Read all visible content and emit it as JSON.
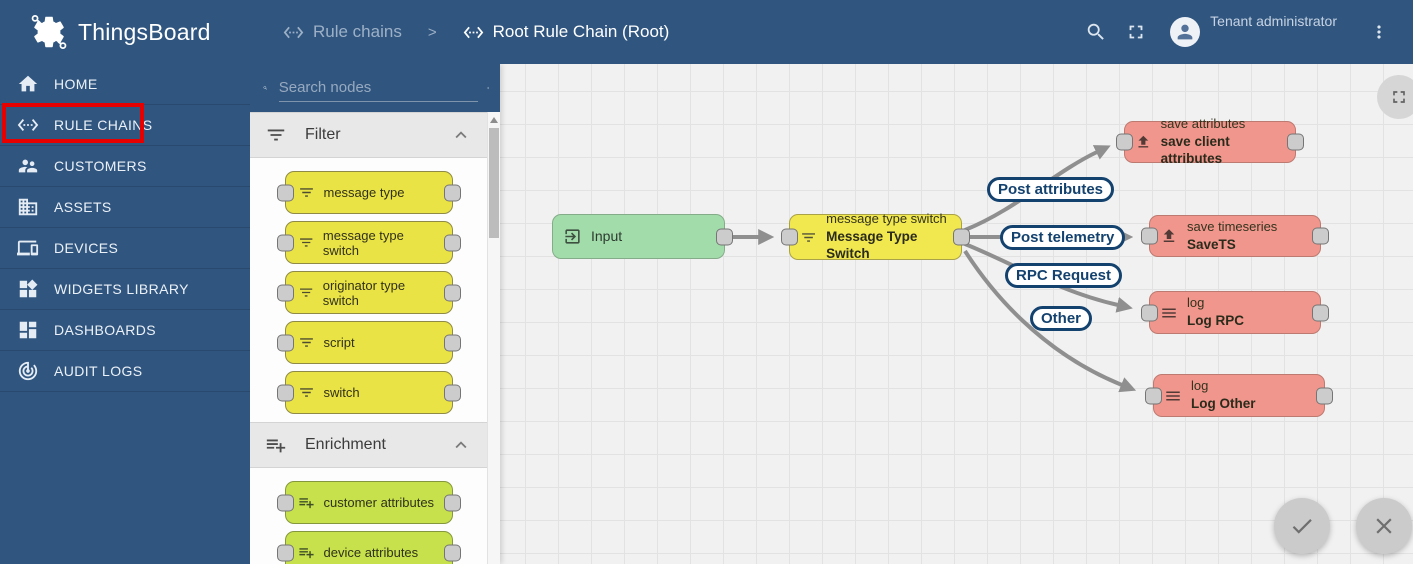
{
  "app": {
    "title": "ThingsBoard"
  },
  "header": {
    "breadcrumb": {
      "parent": "Rule chains",
      "separator": ">",
      "current": "Root Rule Chain (Root)"
    },
    "user": {
      "name": "Tenant administrator"
    }
  },
  "sidebar": {
    "items": [
      {
        "label": "HOME"
      },
      {
        "label": "RULE CHAINS",
        "highlighted": true
      },
      {
        "label": "CUSTOMERS"
      },
      {
        "label": "ASSETS"
      },
      {
        "label": "DEVICES"
      },
      {
        "label": "WIDGETS LIBRARY"
      },
      {
        "label": "DASHBOARDS"
      },
      {
        "label": "AUDIT LOGS"
      }
    ]
  },
  "palette": {
    "search_placeholder": "Search nodes",
    "sections": [
      {
        "title": "Filter",
        "nodes": [
          "message type",
          "message type switch",
          "originator type switch",
          "script",
          "switch"
        ]
      },
      {
        "title": "Enrichment",
        "nodes": [
          "customer attributes",
          "device attributes"
        ]
      }
    ]
  },
  "canvas": {
    "nodes": [
      {
        "type": "input",
        "title": "Input"
      },
      {
        "type": "filter",
        "title": "message type switch",
        "name": "Message Type Switch"
      },
      {
        "type": "action",
        "title": "save attributes",
        "name": "save client attributes"
      },
      {
        "type": "action",
        "title": "save timeseries",
        "name": "SaveTS"
      },
      {
        "type": "action",
        "title": "log",
        "name": "Log RPC"
      },
      {
        "type": "action",
        "title": "log",
        "name": "Log Other"
      }
    ],
    "edge_labels": [
      "Post attributes",
      "Post telemetry",
      "RPC Request",
      "Other"
    ]
  },
  "colors": {
    "primary": "#305680",
    "canvas_bg": "#f1f1f1",
    "filter_node": "#eae345",
    "switch_node": "#f1e74e",
    "enrichment_node": "#c6e14b",
    "input_node": "#a3dcab",
    "action_node": "#f0968c",
    "edge": "#8f8f8f",
    "edge_label": "#14426f",
    "annotation": "#e60000"
  },
  "icons": {
    "logo": "gear-icon",
    "breadcrumb": "settings-ethernet-icon",
    "search": "search-icon",
    "fullscreen": "fullscreen-icon",
    "user": "person-icon",
    "menu": "more-vert-icon",
    "filter": "filter-list-icon",
    "enrichment": "playlist-add-icon",
    "input": "exit-to-app-icon",
    "save": "upload-icon",
    "log": "menu-lines-icon",
    "confirm": "check-icon",
    "cancel": "close-icon"
  }
}
